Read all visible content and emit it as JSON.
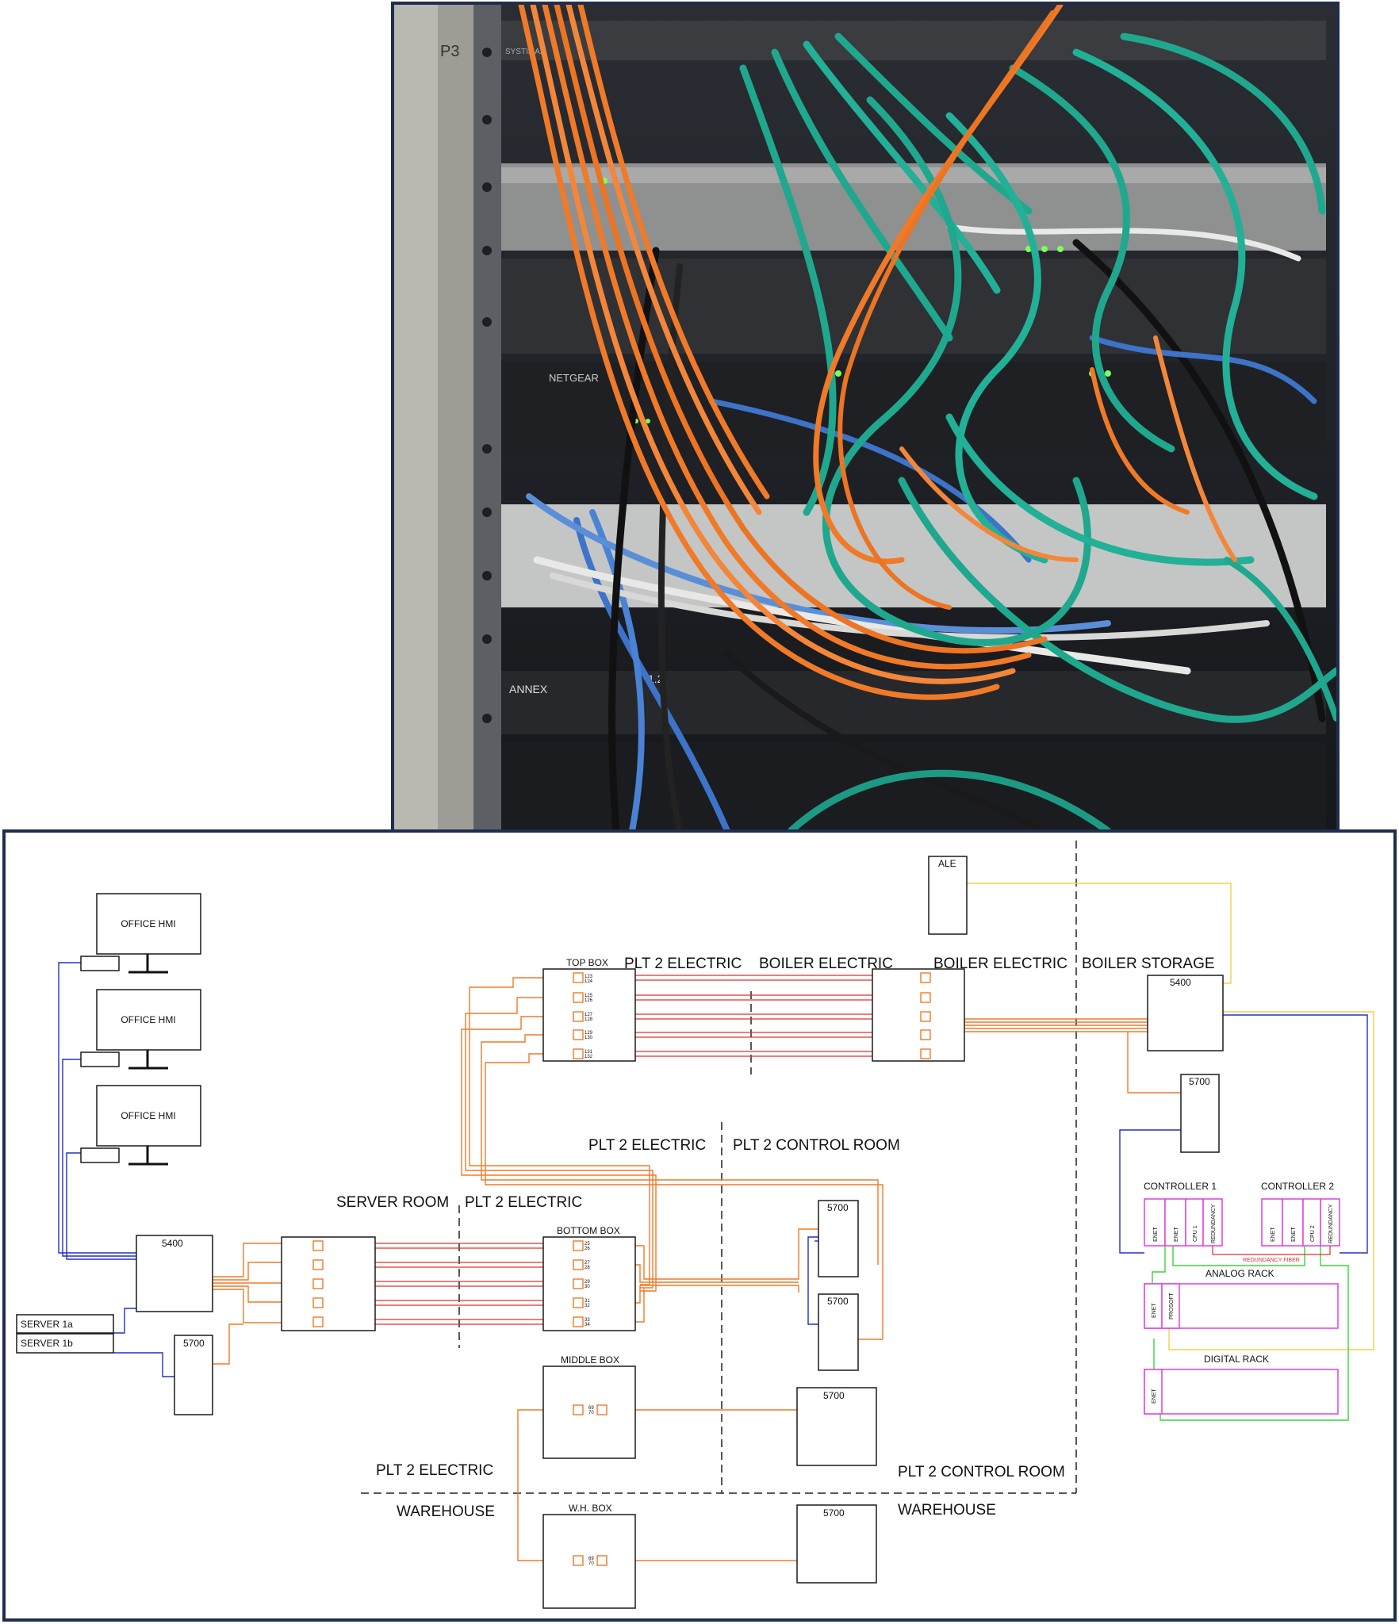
{
  "colors": {
    "frame": "#1f2e4d",
    "fiber_orange": "#f07a28",
    "copper_red": "#e0302a",
    "ethernet_blue": "#2030c8",
    "link_yellow": "#f2d04a",
    "io_green": "#3ad43a",
    "module_magenta": "#e040e0",
    "ip_cyan": "#18b8e8",
    "divider_dashed": "#222222"
  },
  "photo": {
    "rack_labels": [
      "P3",
      "ANNEX",
      "1.2",
      "NETGEAR",
      "SYSTIMAX"
    ]
  },
  "diagram": {
    "zones": {
      "plt2_electric_top": "PLT 2 ELECTRIC",
      "boiler_electric_a": "BOILER ELECTRIC",
      "boiler_electric_b": "BOILER ELECTRIC",
      "boiler_storage": "BOILER STORAGE",
      "plt2_electric_mid": "PLT 2 ELECTRIC",
      "plt2_control_room_mid": "PLT 2 CONTROL ROOM",
      "server_room": "SERVER ROOM",
      "plt2_electric_server": "PLT 2 ELECTRIC",
      "plt2_electric_low": "PLT 2 ELECTRIC",
      "plt2_control_room_low": "PLT 2 CONTROL ROOM",
      "warehouse_left": "WAREHOUSE",
      "warehouse_right": "WAREHOUSE"
    },
    "hmi": [
      "OFFICE HMI",
      "OFFICE HMI",
      "OFFICE HMI"
    ],
    "servers": [
      "SERVER 1a",
      "SERVER 1b"
    ],
    "switches": {
      "ale": "ALE",
      "s5400_storage": "5400",
      "s5700_storage": "5700",
      "s5400_server": "5400",
      "s5700_server": "5700",
      "s5700_cr1": "5700",
      "s5700_cr2": "5700",
      "s5700_cr3": "5700",
      "s5700_wh": "5700"
    },
    "boxes": {
      "top": "TOP BOX",
      "bottom": "BOTTOM BOX",
      "middle": "MIDDLE BOX",
      "wh": "W.H. BOX"
    },
    "ports_top": [
      "123",
      "124",
      "125",
      "126",
      "127",
      "128",
      "129",
      "130",
      "131",
      "132"
    ],
    "ports_bottom": [
      "25",
      "26",
      "27",
      "28",
      "29",
      "30",
      "31",
      "32",
      "33",
      "34"
    ],
    "ports_middle": [
      "69",
      "70"
    ],
    "controllers": [
      "CONTROLLER 1",
      "CONTROLLER 2"
    ],
    "controller_modules": [
      "ENET",
      "ENET",
      "CPU 1",
      "REDUNDANCY",
      "ENET",
      "ENET",
      "CPU 2",
      "REDUNDANCY"
    ],
    "redundancy_fiber": "REDUNDANCY FIBER",
    "racks": [
      "ANALOG RACK",
      "DIGITAL RACK"
    ],
    "rack_modules": [
      "ENET",
      "PROSOFT",
      "ENET"
    ]
  }
}
